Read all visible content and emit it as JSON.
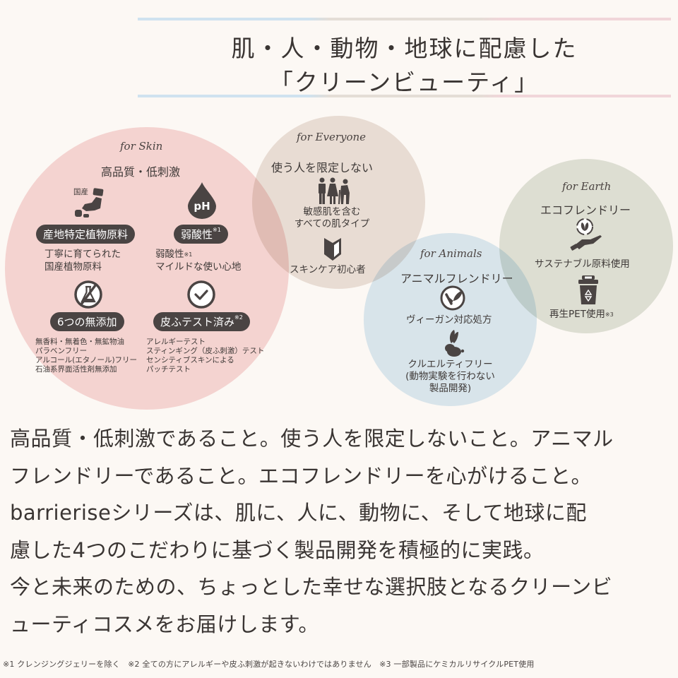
{
  "header": {
    "title_line1": "肌・人・動物・地球に配慮した",
    "title_line2": "「クリーンビューティ」",
    "line_colors": [
      "#cfe2ef",
      "#e4ddd6",
      "#f1d6d9"
    ]
  },
  "colors": {
    "background": "#fcf8f4",
    "skin_circle": "#f7d9da",
    "everyone_circle": "#ebe3dd",
    "animals_circle": "#dbebf5",
    "earth_circle": "#e0e5dc",
    "pill": "#4a4443",
    "text": "#3f3a38"
  },
  "skin": {
    "script": "for Skin",
    "heading": "高品質・低刺激",
    "items": [
      {
        "icon": "japan-map-icon",
        "icon_label": "国産",
        "pill": "産地特定植物原料",
        "pill_sup": "",
        "desc": [
          "丁寧に育てられた",
          "国産植物原料"
        ]
      },
      {
        "icon": "ph-drop-icon",
        "icon_label": "pH",
        "pill": "弱酸性",
        "pill_sup": "※1",
        "desc": [
          "弱酸性",
          "マイルドな使い心地"
        ],
        "desc_sup": "※1"
      },
      {
        "icon": "no-chemical-flask-icon",
        "pill": "6つの無添加",
        "pill_sup": "",
        "desc": [
          "無香料・無着色・無鉱物油",
          "パラベンフリー",
          "アルコール(エタノール)フリー",
          "石油系界面活性剤無添加"
        ]
      },
      {
        "icon": "check-circle-icon",
        "pill": "皮ふテスト済み",
        "pill_sup": "※2",
        "desc": [
          "アレルギーテスト",
          "スティンギング（皮ふ刺激）テスト",
          "センシティブスキンによる",
          "パッチテスト"
        ]
      }
    ]
  },
  "everyone": {
    "script": "for Everyone",
    "heading": "使う人を限定しない",
    "item1_icon": "people-icon",
    "item1": [
      "敏感肌を含む",
      "すべての肌タイプ"
    ],
    "item2_icon": "beginner-mark-icon",
    "item2": "スキンケア初心者"
  },
  "animals": {
    "script": "for Animals",
    "heading": "アニマルフレンドリー",
    "item1_icon": "vegan-leaf-icon",
    "item1": "ヴィーガン対応処方",
    "item2_icon": "rabbit-icon",
    "item2": [
      "クルエルティフリー",
      "(動物実験を行わない",
      "製品開発)"
    ]
  },
  "earth": {
    "script": "for Earth",
    "heading": "エコフレンドリー",
    "item1_icon": "sustainable-hand-icon",
    "item1": "サステナブル原料使用",
    "item2_icon": "recycle-bin-icon",
    "item2": "再生PET使用",
    "item2_sup": "※3"
  },
  "body": {
    "lines": [
      "高品質・低刺激であること。使う人を限定しないこと。アニマル",
      "フレンドリーであること。エコフレンドリーを心がけること。",
      "barrieriseシリーズは、肌に、人に、動物に、そして地球に配",
      "慮した4つのこだわりに基づく製品開発を積極的に実践。",
      "今と未来のための、ちょっとした幸せな選択肢となるクリーンビ",
      "ューティコスメをお届けします。"
    ]
  },
  "footnote": "※1 クレンジングジェリーを除く　※2 全ての方にアレルギーや皮ふ刺激が起きないわけではありません　※3 一部製品にケミカルリサイクルPET使用"
}
